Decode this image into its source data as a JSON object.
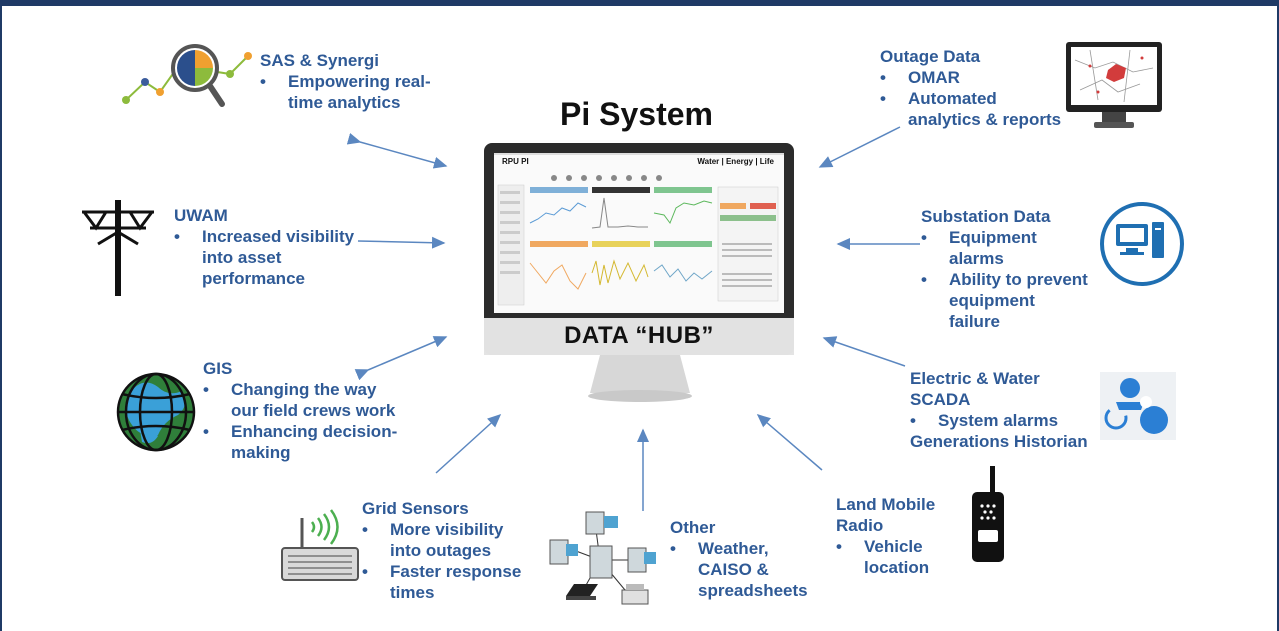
{
  "title": "Pi System",
  "hub_label": "DATA “HUB”",
  "monitor": {
    "app_name": "RPU PI",
    "tagline": "Water | Energy | Life"
  },
  "sources": {
    "sas": {
      "heading": "SAS & Synergi",
      "bullets": [
        "Empowering real-",
        "time analytics"
      ]
    },
    "uwam": {
      "heading": "UWAM",
      "bullets": [
        "Increased visibility",
        "into asset",
        "performance"
      ]
    },
    "gis": {
      "heading": "GIS",
      "bullets": [
        "Changing the way",
        "our field crews work",
        "Enhancing decision-",
        "making"
      ]
    },
    "grid": {
      "heading": "Grid Sensors",
      "bullets": [
        "More visibility",
        "into outages",
        "Faster response",
        "times"
      ]
    },
    "other": {
      "heading": "Other",
      "bullets": [
        "Weather,",
        "CAISO &",
        "spreadsheets"
      ]
    },
    "radio": {
      "heading_1": "Land Mobile",
      "heading_2": "Radio",
      "bullets": [
        "Vehicle",
        "location"
      ]
    },
    "scada": {
      "heading_1": "Electric & Water",
      "heading_2": "SCADA",
      "bullets": [
        "System alarms"
      ],
      "extra": "Generations Historian"
    },
    "substation": {
      "heading": "Substation Data",
      "bullets": [
        "Equipment",
        "alarms",
        "Ability to prevent",
        "equipment",
        "failure"
      ]
    },
    "outage": {
      "heading": "Outage Data",
      "bullets": [
        "OMAR",
        "Automated",
        "analytics & reports"
      ]
    }
  },
  "colors": {
    "text": "#2f5a96",
    "arrow": "#5b87c0",
    "frame": "#1f3a66"
  },
  "icons": [
    "analytics-magnifier-icon",
    "power-pole-icon",
    "globe-icon",
    "router-icon",
    "network-icon",
    "radio-icon",
    "scada-users-icon",
    "computer-icon",
    "map-monitor-icon"
  ]
}
